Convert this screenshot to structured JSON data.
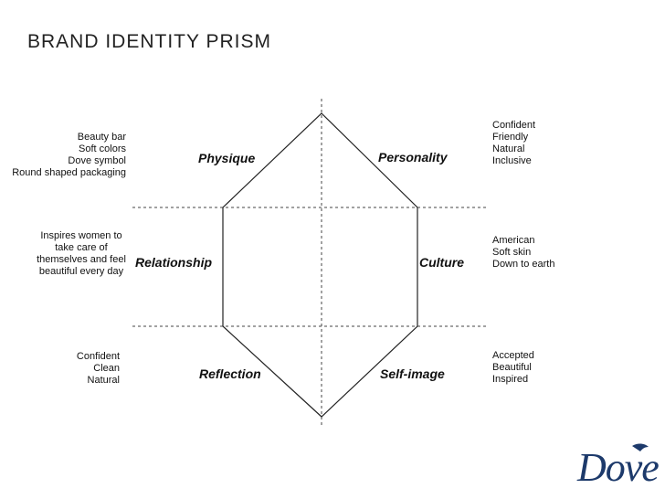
{
  "title": "BRAND IDENTITY PRISM",
  "facets": {
    "physique": "Physique",
    "personality": "Personality",
    "relationship": "Relationship",
    "culture": "Culture",
    "reflection": "Reflection",
    "self_image": "Self-image"
  },
  "notes": {
    "physique": [
      "Beauty bar",
      "Soft colors",
      "Dove symbol",
      "Round shaped packaging"
    ],
    "personality": [
      "Confident",
      "Friendly",
      "Natural",
      "Inclusive"
    ],
    "relationship": [
      "Inspires women to",
      "take care of",
      "themselves and feel",
      "beautiful every day"
    ],
    "culture": [
      "American",
      "Soft skin",
      "Down to earth"
    ],
    "reflection": [
      "Confident",
      "Clean",
      "Natural"
    ],
    "self_image": [
      "Accepted",
      "Beautiful",
      "Inspired"
    ]
  },
  "logo": {
    "text": "Dove",
    "color": "#1d3a6b"
  }
}
